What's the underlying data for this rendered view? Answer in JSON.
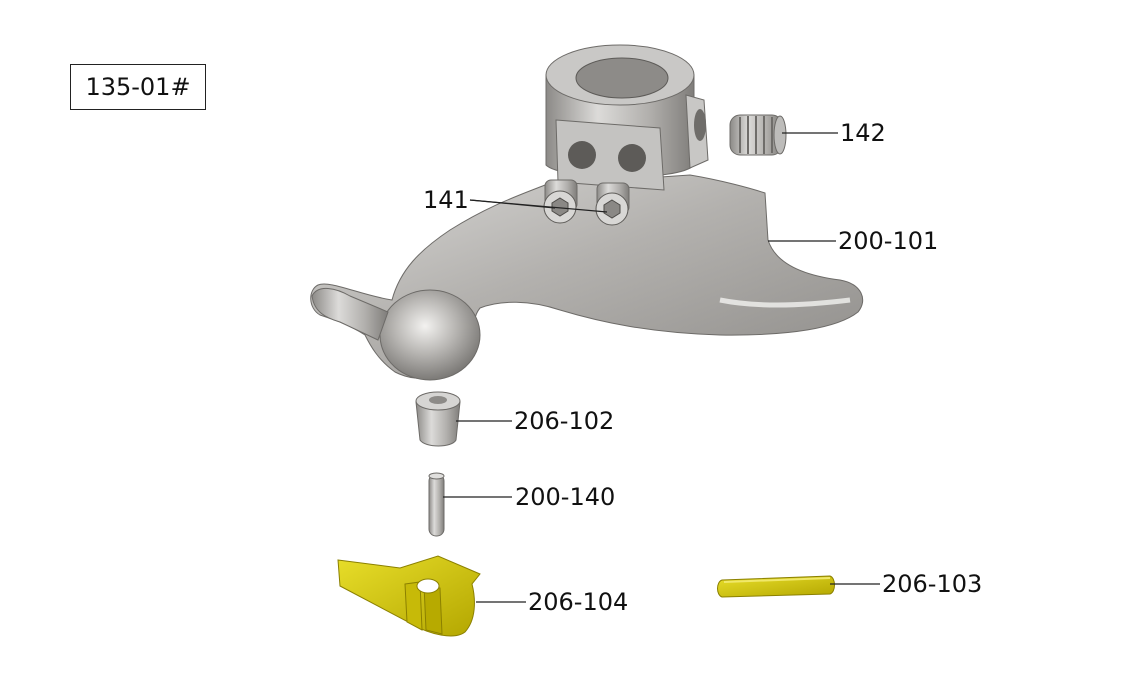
{
  "diagram": {
    "title": "135-01#",
    "labels": {
      "p142": "142",
      "p141": "141",
      "p200_101": "200-101",
      "p206_102": "206-102",
      "p200_140": "200-140",
      "p206_104": "206-104",
      "p206_103": "206-103"
    },
    "colors": {
      "metal": "#b8b6b3",
      "metal_dark": "#8a8885",
      "metal_light": "#e6e5e3",
      "yellow": "#dccf10",
      "yellow_dark": "#a89c00",
      "line": "#222222"
    }
  }
}
